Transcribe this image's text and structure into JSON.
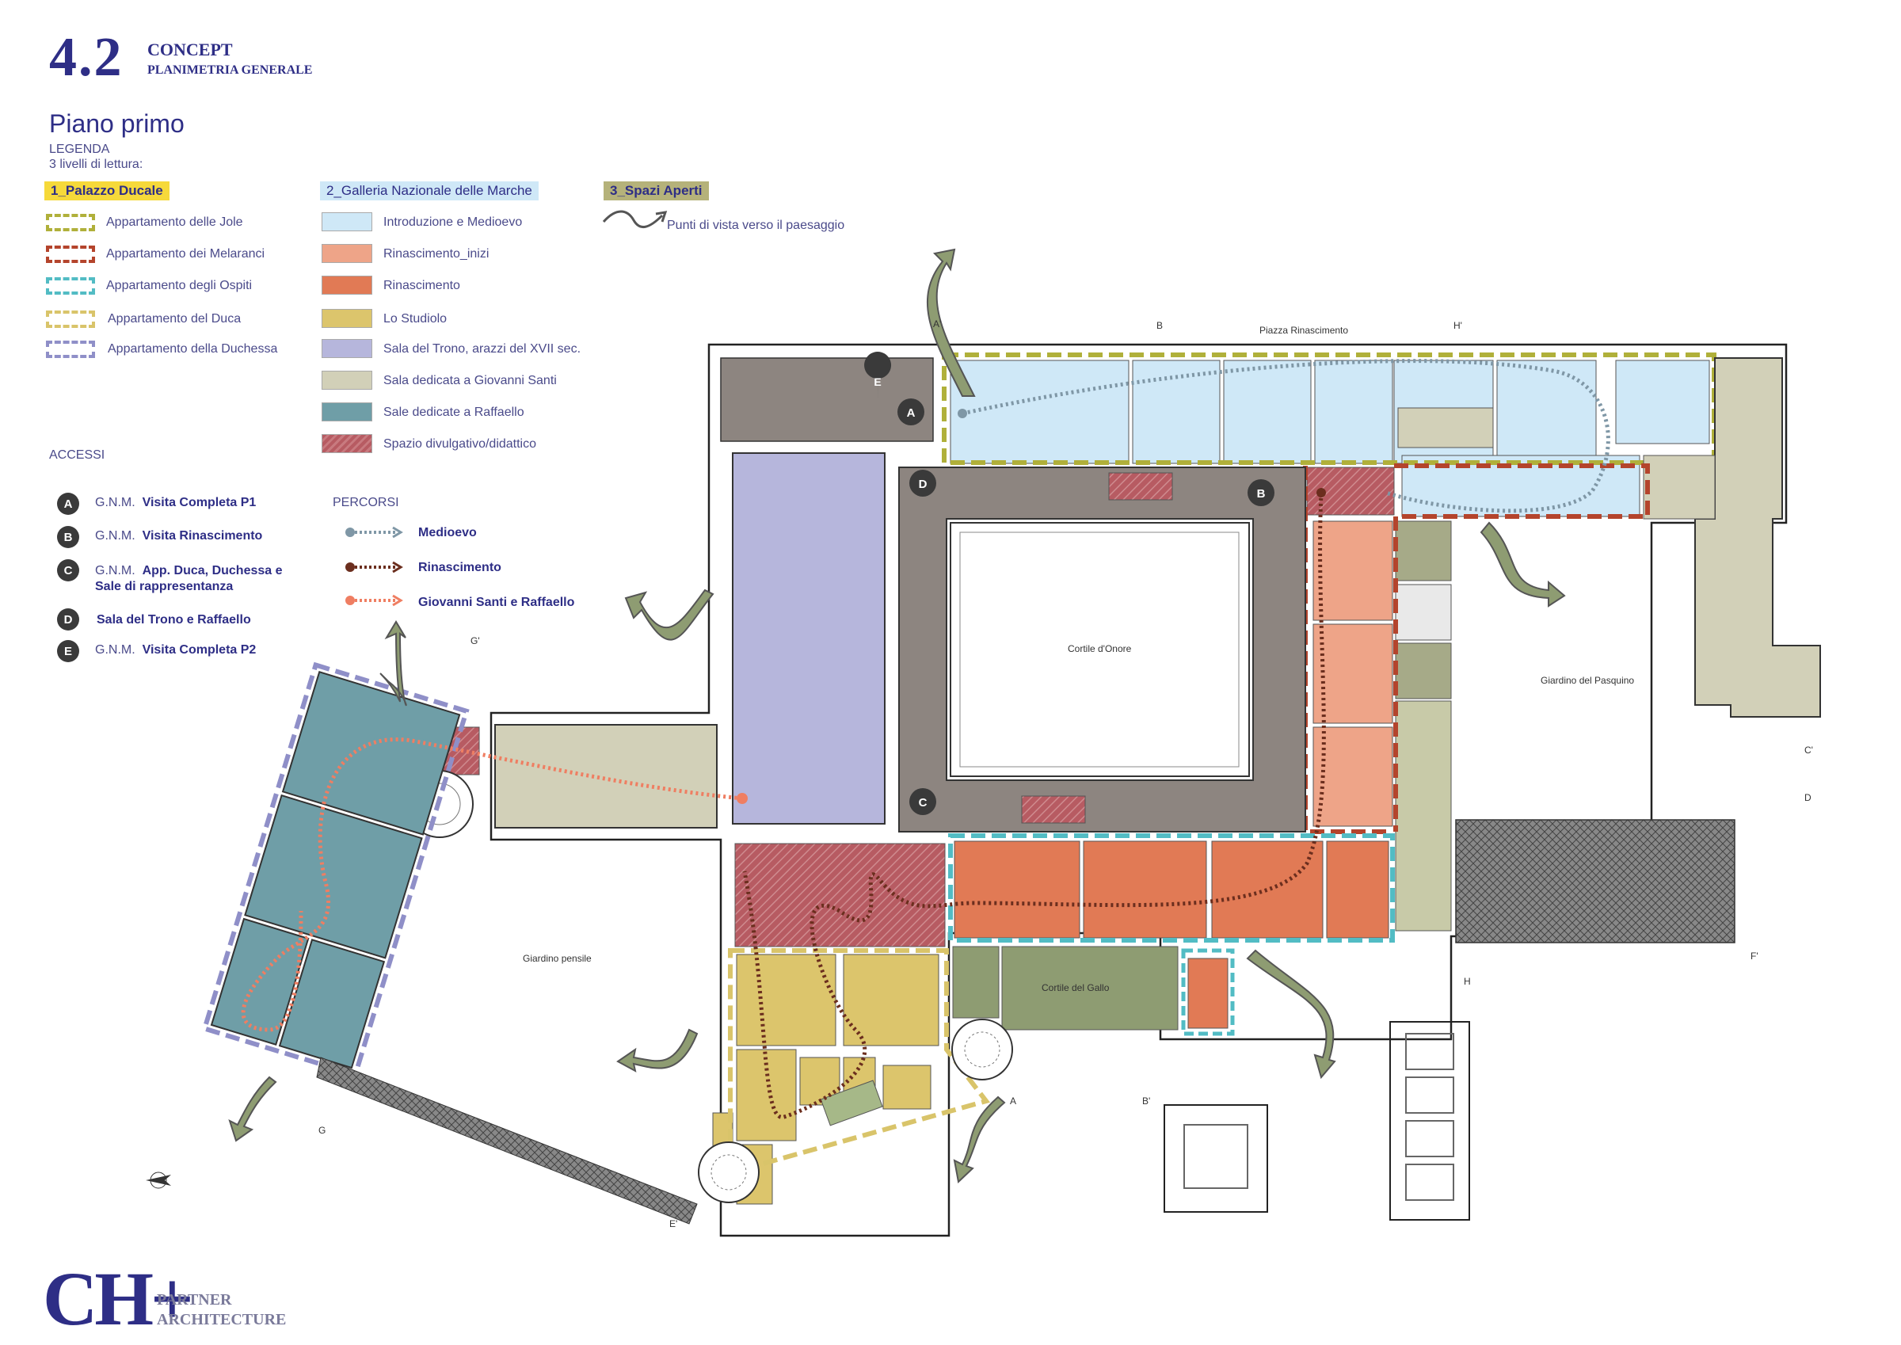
{
  "header": {
    "number": "4.2",
    "title_1": "CONCEPT",
    "title_2": "PLANIMETRIA GENERALE"
  },
  "floor": "Piano primo",
  "legend": {
    "title": "LEGENDA",
    "subtitle": "3 livelli di lettura:",
    "cat1": {
      "label": "1_Palazzo Ducale",
      "color": "#f6d93a"
    },
    "cat2": {
      "label": "2_Galleria Nazionale delle Marche",
      "color": "#cfe8f7"
    },
    "cat3": {
      "label": "3_Spazi Aperti",
      "color": "#b5b27a"
    },
    "cat3_item": "Punti di vista verso il paesaggio",
    "apartments": [
      {
        "label": "Appartamento delle Jole",
        "color": "#b0b03a"
      },
      {
        "label": "Appartamento dei Melaranci",
        "color": "#b4442c"
      },
      {
        "label": "Appartamento degli Ospiti",
        "color": "#52bcc4"
      },
      {
        "label": "Appartamento del Duca",
        "color": "#d9c46a"
      },
      {
        "label": "Appartamento della Duchessa",
        "color": "#8f8fc8"
      }
    ],
    "galleries": [
      {
        "label": "Introduzione e Medioevo",
        "color": "#cfe8f7",
        "hatch": false
      },
      {
        "label": "Rinascimento_inizi",
        "color": "#eea488",
        "hatch": false
      },
      {
        "label": "Rinascimento",
        "color": "#e17a55",
        "hatch": false
      },
      {
        "label": "Lo Studiolo",
        "color": "#dcc56c",
        "hatch": false
      },
      {
        "label": "Sala del Trono, arazzi del XVII sec.",
        "color": "#b6b6dc",
        "hatch": false
      },
      {
        "label": "Sala dedicata a Giovanni Santi",
        "color": "#d2d0b8",
        "hatch": false
      },
      {
        "label": "Sale dedicate a Raffaello",
        "color": "#6f9ea7",
        "hatch": false
      },
      {
        "label": "Spazio divulgativo/didattico",
        "color": "#b75b62",
        "hatch": true
      }
    ]
  },
  "accessi": {
    "title": "ACCESSI",
    "items": [
      {
        "badge": "A",
        "prefix": "G.N.M.",
        "text": "Visita Completa P1"
      },
      {
        "badge": "B",
        "prefix": "G.N.M.",
        "text": "Visita Rinascimento"
      },
      {
        "badge": "C",
        "prefix": "G.N.M.",
        "text": "App. Duca, Duchessa e",
        "text2": "Sale di rappresentanza"
      },
      {
        "badge": "D",
        "prefix": "",
        "text": "Sala del Trono e Raffaello"
      },
      {
        "badge": "E",
        "prefix": "G.N.M.",
        "text": "Visita Completa P2"
      }
    ]
  },
  "percorsi": {
    "title": "PERCORSI",
    "items": [
      {
        "label": "Medioevo",
        "color": "#7f97a6"
      },
      {
        "label": "Rinascimento",
        "color": "#6b2e1e"
      },
      {
        "label": "Giovanni Santi e Raffaello",
        "color": "#ef7e62"
      }
    ]
  },
  "map_labels": {
    "piazza": "Piazza Rinascimento",
    "cortile_onore": "Cortile d'Onore",
    "giardino_pasquino": "Giardino del Pasquino",
    "giardino_pensile": "Giardino pensile",
    "cortile_gallo": "Cortile del Gallo",
    "sec_a1": "A'",
    "sec_b1": "B",
    "sec_h1": "H'",
    "sec_g1": "G'",
    "sec_c1": "C'",
    "sec_d": "D",
    "sec_h": "H",
    "sec_f": "F'",
    "sec_a": "A",
    "sec_b": "B'",
    "sec_g": "G",
    "sec_e": "E'"
  },
  "logo": {
    "mark": "CH+",
    "line1": "PARTNER",
    "line2": "ARCHITECTURE"
  }
}
